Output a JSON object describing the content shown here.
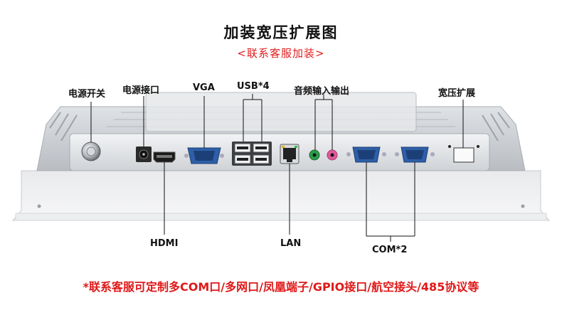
{
  "header": {
    "title": "加装宽压扩展图",
    "subtitle": "<联系客服加装>"
  },
  "labels": {
    "power_switch": "电源开关",
    "power_port": "电源接口",
    "vga": "VGA",
    "usb": "USB*4",
    "audio": "音频输入输出",
    "wide_voltage": "宽压扩展",
    "hdmi": "HDMI",
    "lan": "LAN",
    "com": "COM*2"
  },
  "footer": {
    "note": "*联系客服可定制多COM口/多网口/凤凰端子/GPIO接口/航空接头/485协议等"
  },
  "colors": {
    "accent_red": "#e01818",
    "audio_green": "#2a9d4a",
    "audio_pink": "#e05a9a",
    "com_blue": "#2e5fa8"
  }
}
